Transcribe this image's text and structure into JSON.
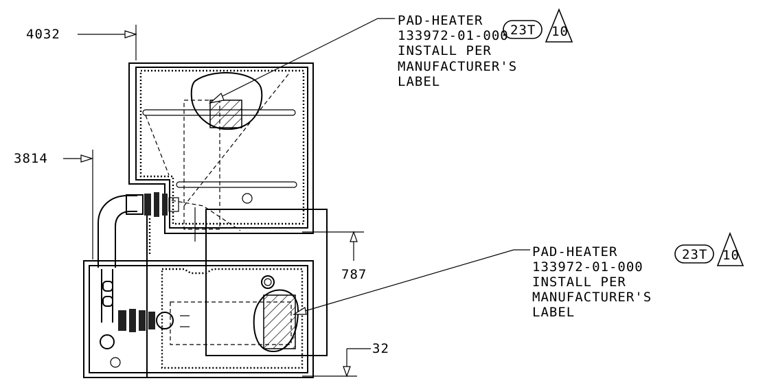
{
  "dimensions": {
    "dim_4032": "4032",
    "dim_3814": "3814",
    "dim_787": "787",
    "dim_32": "32"
  },
  "callouts": [
    {
      "title": "PAD-HEATER",
      "part_number": "133972-01-000",
      "note_line1": "INSTALL PER",
      "note_line2": "MANUFACTURER'S",
      "note_line3": "LABEL",
      "badge": "23T",
      "revision": "10"
    },
    {
      "title": "PAD-HEATER",
      "part_number": "133972-01-000",
      "note_line1": "INSTALL PER",
      "note_line2": "MANUFACTURER'S",
      "note_line3": "LABEL",
      "badge": "23T",
      "revision": "10"
    }
  ]
}
